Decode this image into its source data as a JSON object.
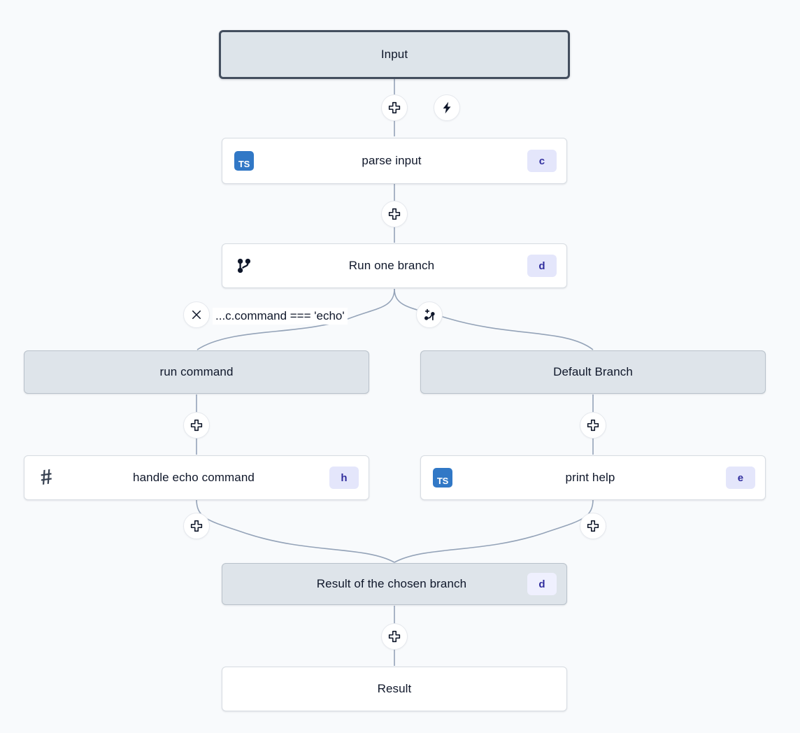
{
  "canvas": {
    "background": "#f8fafc",
    "edge_color": "#94a3b8",
    "accent_badge_bg": "#e4e6fb",
    "accent_badge_fg": "#312e9e",
    "ts_icon_color": "#3178c6",
    "selected_border_color": "#434e5e",
    "io_node_fill": "#dee4ea"
  },
  "nodes": {
    "input": {
      "label": "Input"
    },
    "parse_input": {
      "label": "parse input",
      "badge": "c",
      "icon": "typescript-icon"
    },
    "run_one_branch": {
      "label": "Run one branch",
      "badge": "d",
      "icon": "git-branch-icon"
    },
    "run_command": {
      "label": "run command"
    },
    "default_branch": {
      "label": "Default Branch"
    },
    "handle_echo": {
      "label": "handle echo command",
      "badge": "h",
      "icon": "hash-icon"
    },
    "print_help": {
      "label": "print help",
      "badge": "e",
      "icon": "typescript-icon"
    },
    "branch_result": {
      "label": "Result of the chosen branch",
      "badge": "d"
    },
    "result": {
      "label": "Result"
    }
  },
  "edges": {
    "condition_label": "...c.command === 'echo'"
  },
  "controls": {
    "add_step_input": {
      "icon": "plus-icon",
      "title": "Add step"
    },
    "trigger": {
      "icon": "lightning-icon",
      "title": "Trigger"
    },
    "add_step_parse": {
      "icon": "plus-icon",
      "title": "Add step"
    },
    "delete_branch": {
      "icon": "close-icon",
      "title": "Delete branch"
    },
    "add_branch": {
      "icon": "git-branch-plus-icon",
      "title": "Add branch"
    },
    "add_step_left_branch": {
      "icon": "plus-icon",
      "title": "Add step"
    },
    "add_step_right_branch": {
      "icon": "plus-icon",
      "title": "Add step"
    },
    "add_step_left_merge": {
      "icon": "plus-icon",
      "title": "Add step"
    },
    "add_step_right_merge": {
      "icon": "plus-icon",
      "title": "Add step"
    },
    "add_step_result": {
      "icon": "plus-icon",
      "title": "Add step"
    }
  }
}
